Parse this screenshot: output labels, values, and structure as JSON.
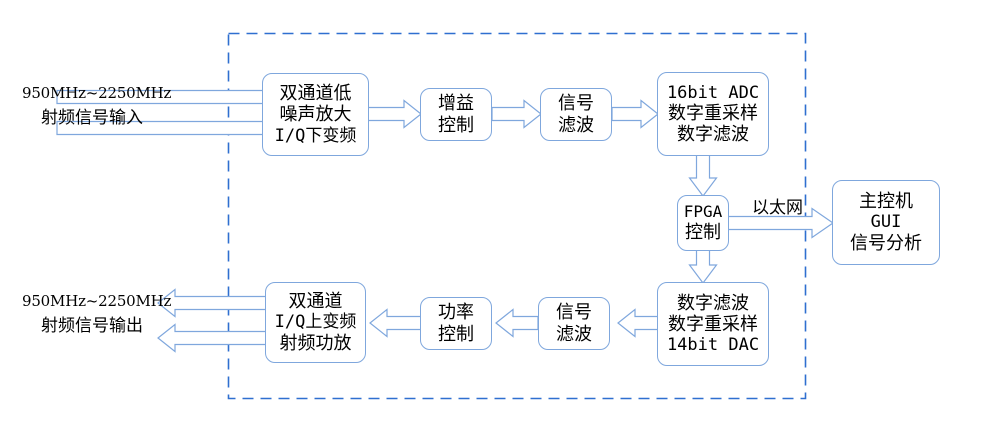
{
  "diagram": {
    "title": "RF transceiver block diagram",
    "colors": {
      "box_border": "#7fa7dd",
      "arrow_stroke": "#7fa7dd",
      "arrow_fill": "#ffffff",
      "dashed_border": "#2f6fd0",
      "text": "#000000",
      "background": "#ffffff"
    },
    "boundary": {
      "name": "system-boundary",
      "style": "dashed"
    },
    "io": {
      "input": {
        "freq": "950MHz~2250MHz",
        "desc": "射频信号输入"
      },
      "output": {
        "freq": "950MHz~2250MHz",
        "desc": "射频信号输出"
      }
    },
    "edge_labels": {
      "ethernet": "以太网"
    },
    "nodes": [
      {
        "id": "lna-downconvert",
        "lines": [
          "双通道低",
          "噪声放大",
          "I/Q下变频"
        ],
        "types": [
          "cjk",
          "cjk",
          "lat"
        ]
      },
      {
        "id": "gain-control",
        "lines": [
          "增益",
          "控制"
        ],
        "types": [
          "cjk",
          "cjk"
        ]
      },
      {
        "id": "signal-filter-rx",
        "lines": [
          "信号",
          "滤波"
        ],
        "types": [
          "cjk",
          "cjk"
        ]
      },
      {
        "id": "adc-block",
        "lines": [
          "16bit ADC",
          "数字重采样",
          "数字滤波"
        ],
        "types": [
          "lat",
          "cjk",
          "cjk"
        ]
      },
      {
        "id": "fpga-control",
        "lines": [
          "FPGA",
          "控制"
        ],
        "types": [
          "lat",
          "cjk"
        ]
      },
      {
        "id": "host-gui",
        "lines": [
          "主控机",
          "GUI",
          "信号分析"
        ],
        "types": [
          "cjk",
          "lat",
          "cjk"
        ]
      },
      {
        "id": "dac-block",
        "lines": [
          "数字滤波",
          "数字重采样",
          "14bit DAC"
        ],
        "types": [
          "cjk",
          "cjk",
          "lat"
        ]
      },
      {
        "id": "signal-filter-tx",
        "lines": [
          "信号",
          "滤波"
        ],
        "types": [
          "cjk",
          "cjk"
        ]
      },
      {
        "id": "power-control",
        "lines": [
          "功率",
          "控制"
        ],
        "types": [
          "cjk",
          "cjk"
        ]
      },
      {
        "id": "upconvert-pa",
        "lines": [
          "双通道",
          "I/Q上变频",
          "射频功放"
        ],
        "types": [
          "cjk",
          "lat",
          "cjk"
        ]
      }
    ]
  }
}
